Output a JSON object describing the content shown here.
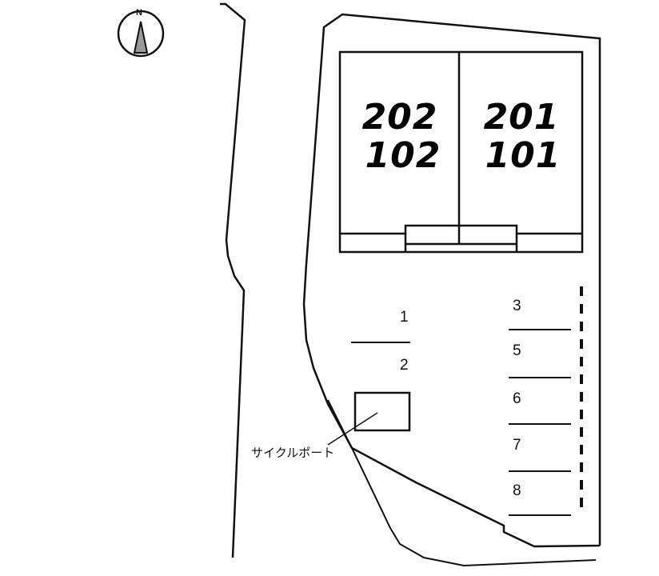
{
  "compass": {
    "label": "N",
    "icon": "north-arrow-icon"
  },
  "building": {
    "units_left": {
      "upper": "202",
      "lower": "102"
    },
    "units_right": {
      "upper": "201",
      "lower": "101"
    }
  },
  "parking": {
    "left_spaces": [
      "1",
      "2"
    ],
    "right_spaces": [
      "3",
      "5",
      "6",
      "7",
      "8"
    ]
  },
  "bicycle_port": {
    "label": "サイクルポート"
  },
  "colors": {
    "line": "#111111",
    "background": "#ffffff",
    "compass_fill": "#9a9a9a"
  }
}
